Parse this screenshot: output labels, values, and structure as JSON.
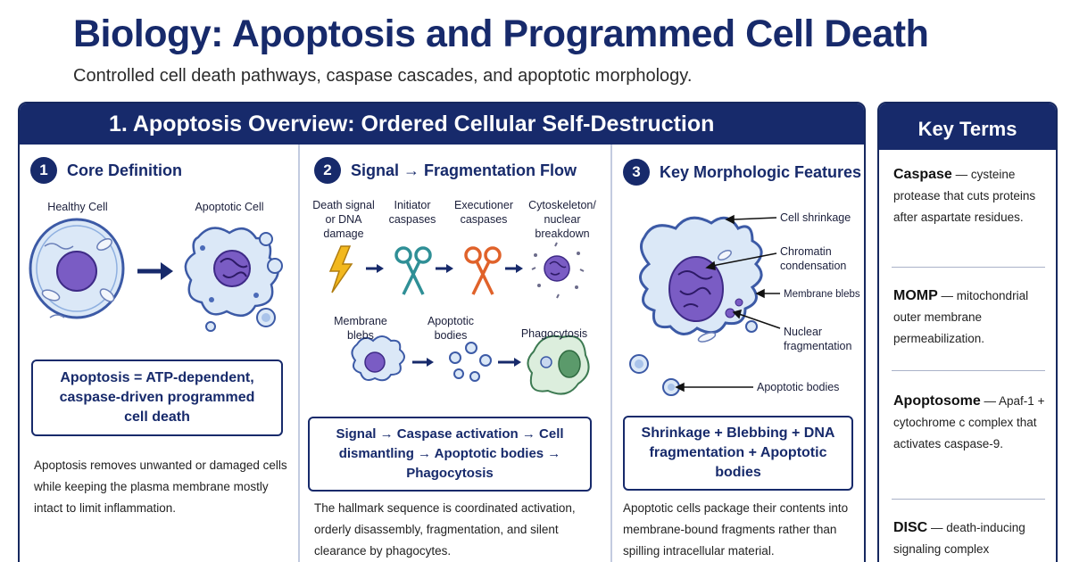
{
  "title": "Biology: Apoptosis and Programmed Cell Death",
  "subtitle": "Controlled cell death pathways, caspase cascades, and apoptotic morphology.",
  "main_panel": {
    "header": "1. Apoptosis Overview: Ordered Cellular Self-Destruction",
    "sections": [
      {
        "number": "1",
        "heading": "Core Definition",
        "labels": [
          "Healthy Cell",
          "Apoptotic Cell"
        ],
        "callout": "Apoptosis = ATP-dependent, caspase-driven programmed cell death",
        "body": "Apoptosis removes unwanted or damaged cells while keeping the plasma membrane mostly intact to limit inflammation."
      },
      {
        "number": "2",
        "heading": "Signal → Fragmentation Flow",
        "flow_row1": [
          "Death signal or DNA damage",
          "Initiator caspases",
          "Executioner caspases",
          "Cytoskeleton/ nuclear breakdown"
        ],
        "flow_row2": [
          "Membrane blebs",
          "Apoptotic bodies",
          "Phagocytosis"
        ],
        "callout": "Signal → Caspase activation → Cell dismantling → Apoptotic bodies → Phagocytosis",
        "body": "The hallmark sequence is coordinated activation, orderly disassembly, fragmentation, and silent clearance by phagocytes."
      },
      {
        "number": "3",
        "heading": "Key Morphologic Features",
        "annotations": [
          "Cell shrinkage",
          "Chromatin condensation",
          "Membrane blebs",
          "Nuclear fragmentation",
          "Apoptotic bodies"
        ],
        "callout": "Shrinkage + Blebbing + DNA fragmentation + Apoptotic bodies",
        "body": "Apoptotic cells package their contents into membrane-bound fragments rather than spilling intracellular material."
      }
    ]
  },
  "key_terms": {
    "header": "Key Terms",
    "items": [
      {
        "term": "Caspase",
        "definition": " — cysteine protease that cuts proteins after aspartate residues."
      },
      {
        "term": "MOMP",
        "definition": " — mitochondrial outer membrane permeabilization."
      },
      {
        "term": "Apoptosome",
        "definition": " — Apaf-1 + cytochrome c complex that activates caspase-9."
      },
      {
        "term": "DISC",
        "definition": " — death-inducing signaling complex"
      }
    ]
  },
  "colors": {
    "navy": "#172a6b",
    "cell_fill": "#dbe8f7",
    "nucleus": "#7a5cc4",
    "scissors_teal": "#2f8f96",
    "scissors_orange": "#e0622a",
    "bolt": "#f2b81e"
  }
}
